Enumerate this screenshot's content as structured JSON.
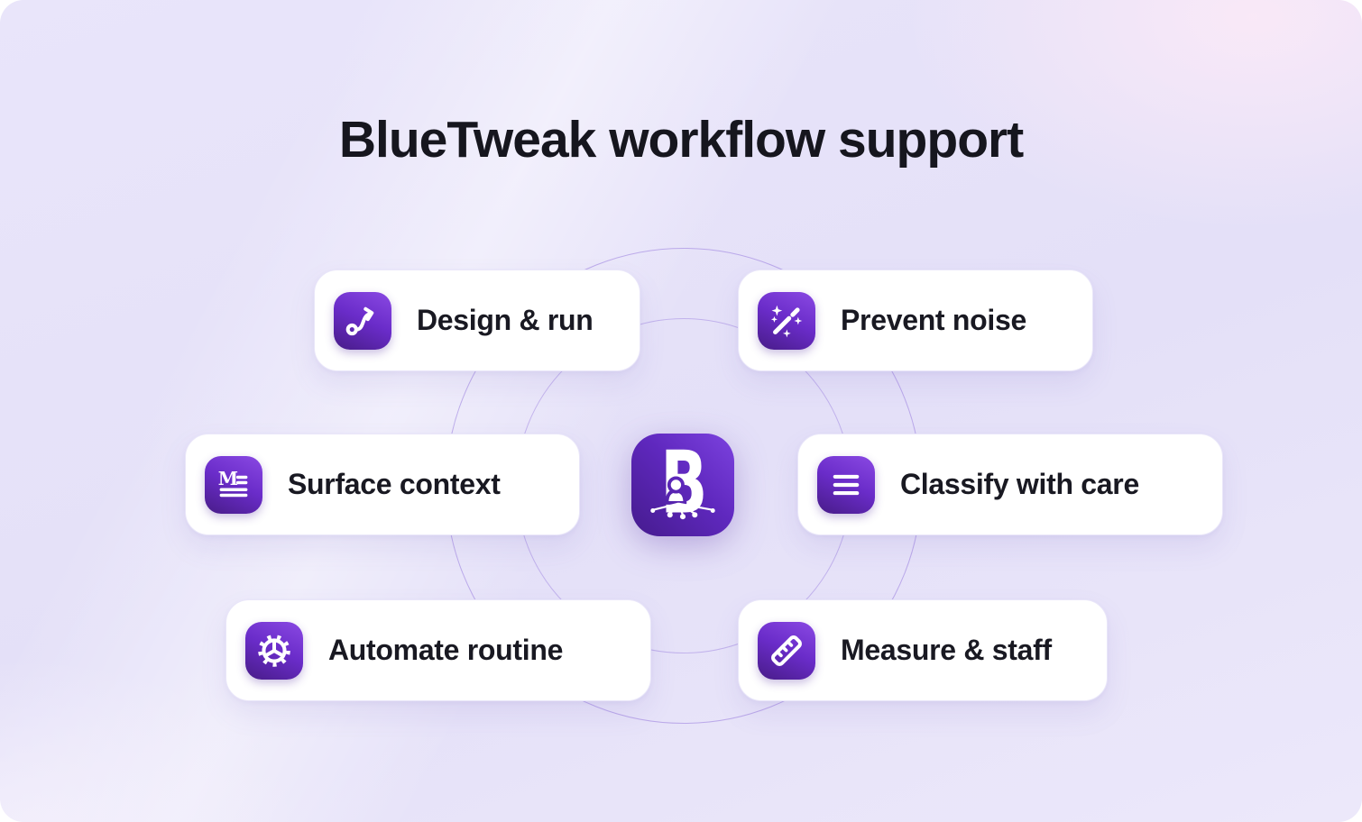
{
  "title": "BlueTweak workflow support",
  "center_logo": {
    "name": "bluetweak-logo",
    "letter": "B"
  },
  "cards": [
    {
      "id": "design-run",
      "label": "Design & run",
      "icon": "route-arrow-icon"
    },
    {
      "id": "prevent-noise",
      "label": "Prevent noise",
      "icon": "magic-wand-icon"
    },
    {
      "id": "surface-context",
      "label": "Surface context",
      "icon": "markdown-text-icon"
    },
    {
      "id": "classify",
      "label": "Classify with care",
      "icon": "menu-lines-icon"
    },
    {
      "id": "automate",
      "label": "Automate routine",
      "icon": "gear-icon"
    },
    {
      "id": "measure",
      "label": "Measure & staff",
      "icon": "ruler-icon"
    }
  ],
  "colors": {
    "background": "#e6e2f8",
    "background_pink_glow": "#f8e9f5",
    "circle_stroke": "#8f6fdb",
    "card_background": "#ffffff",
    "card_text": "#191922",
    "title_text": "#16161e",
    "icon_gradient_light": "#8a49e3",
    "icon_gradient_dark": "#481c88",
    "icon_glyph": "#ffffff"
  }
}
